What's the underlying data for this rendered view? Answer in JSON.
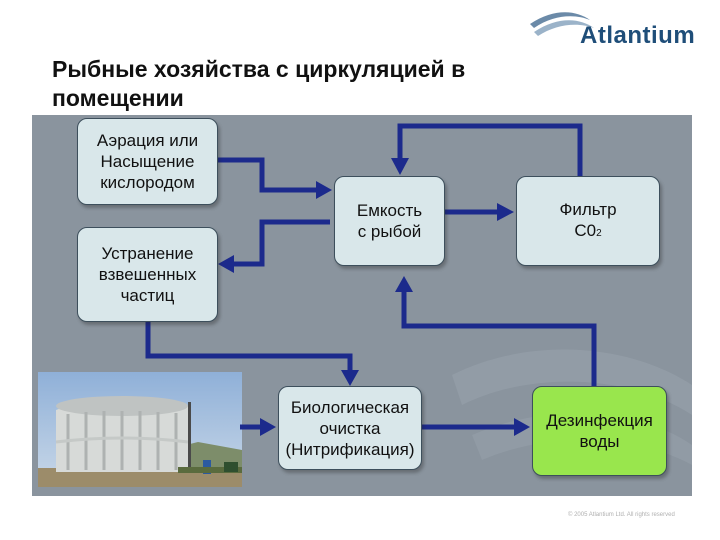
{
  "header": {
    "logo_text": "Atlantium",
    "title": "Рыбные хозяйства с циркуляцией в\n помещении"
  },
  "diagram": {
    "nodes": {
      "aeration": "Аэрация или\nНасыщение\nкислородом",
      "solids_removal": "Устранение\nвзвешенных\nчастиц",
      "fish_tank": "Емкость\nс рыбой",
      "co2_filter": "Фильтр\nС0",
      "co2_filter_sub": "2",
      "bio_treatment": "Биологическая\nочистка\n(Нитрификация)",
      "disinfection": "Дезинфекция\nводы"
    }
  },
  "footer": {
    "copyright": "© 2005 Atlantium Ltd. All rights reserved"
  },
  "colors": {
    "arrow": "#1c2a8c",
    "panel": "#8a949e",
    "box": "#d9e7ea",
    "highlight_box": "#99e64d",
    "brand": "#1f4e79"
  },
  "icons": {
    "logo": "atlantium-wave-logo"
  }
}
